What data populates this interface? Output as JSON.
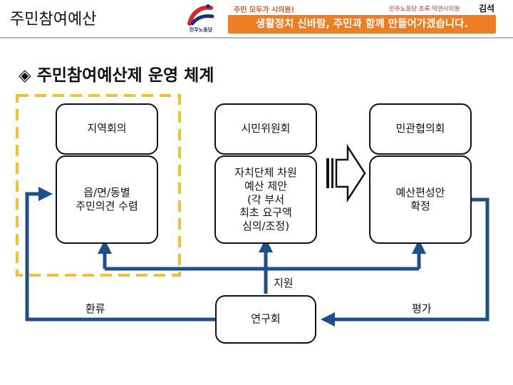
{
  "header": {
    "page_title": "주민참여예산",
    "logo_text": "민주노동당",
    "slogan_small": "주민 모두가 시의원!",
    "party_info": "민주노동당 초록·덕연시의원",
    "name": "김석",
    "slogan_big": "생활정치 신바람, 주민과 함께 만들어가겠습니다."
  },
  "section_title": "◈ 주민참여예산제 운영 체계",
  "diagram": {
    "boxes": {
      "regional_council": "지역회의",
      "regional_detail": "읍/면/동별\n주민의견 수렴",
      "citizen_committee": "시민위원회",
      "citizen_detail": "자치단체 차원\n예산 제안\n(각 부서\n최초 요구액\n심의/조정)",
      "public_private_council": "민관협의회",
      "public_private_detail": "예산편성안\n확정",
      "research_group": "연구회"
    },
    "labels": {
      "support": "지원",
      "feedback": "환류",
      "evaluation": "평가"
    },
    "colors": {
      "arrow": "#1f4e8c",
      "highlight": "#f2c12e",
      "banner": "#ef7d22"
    }
  }
}
